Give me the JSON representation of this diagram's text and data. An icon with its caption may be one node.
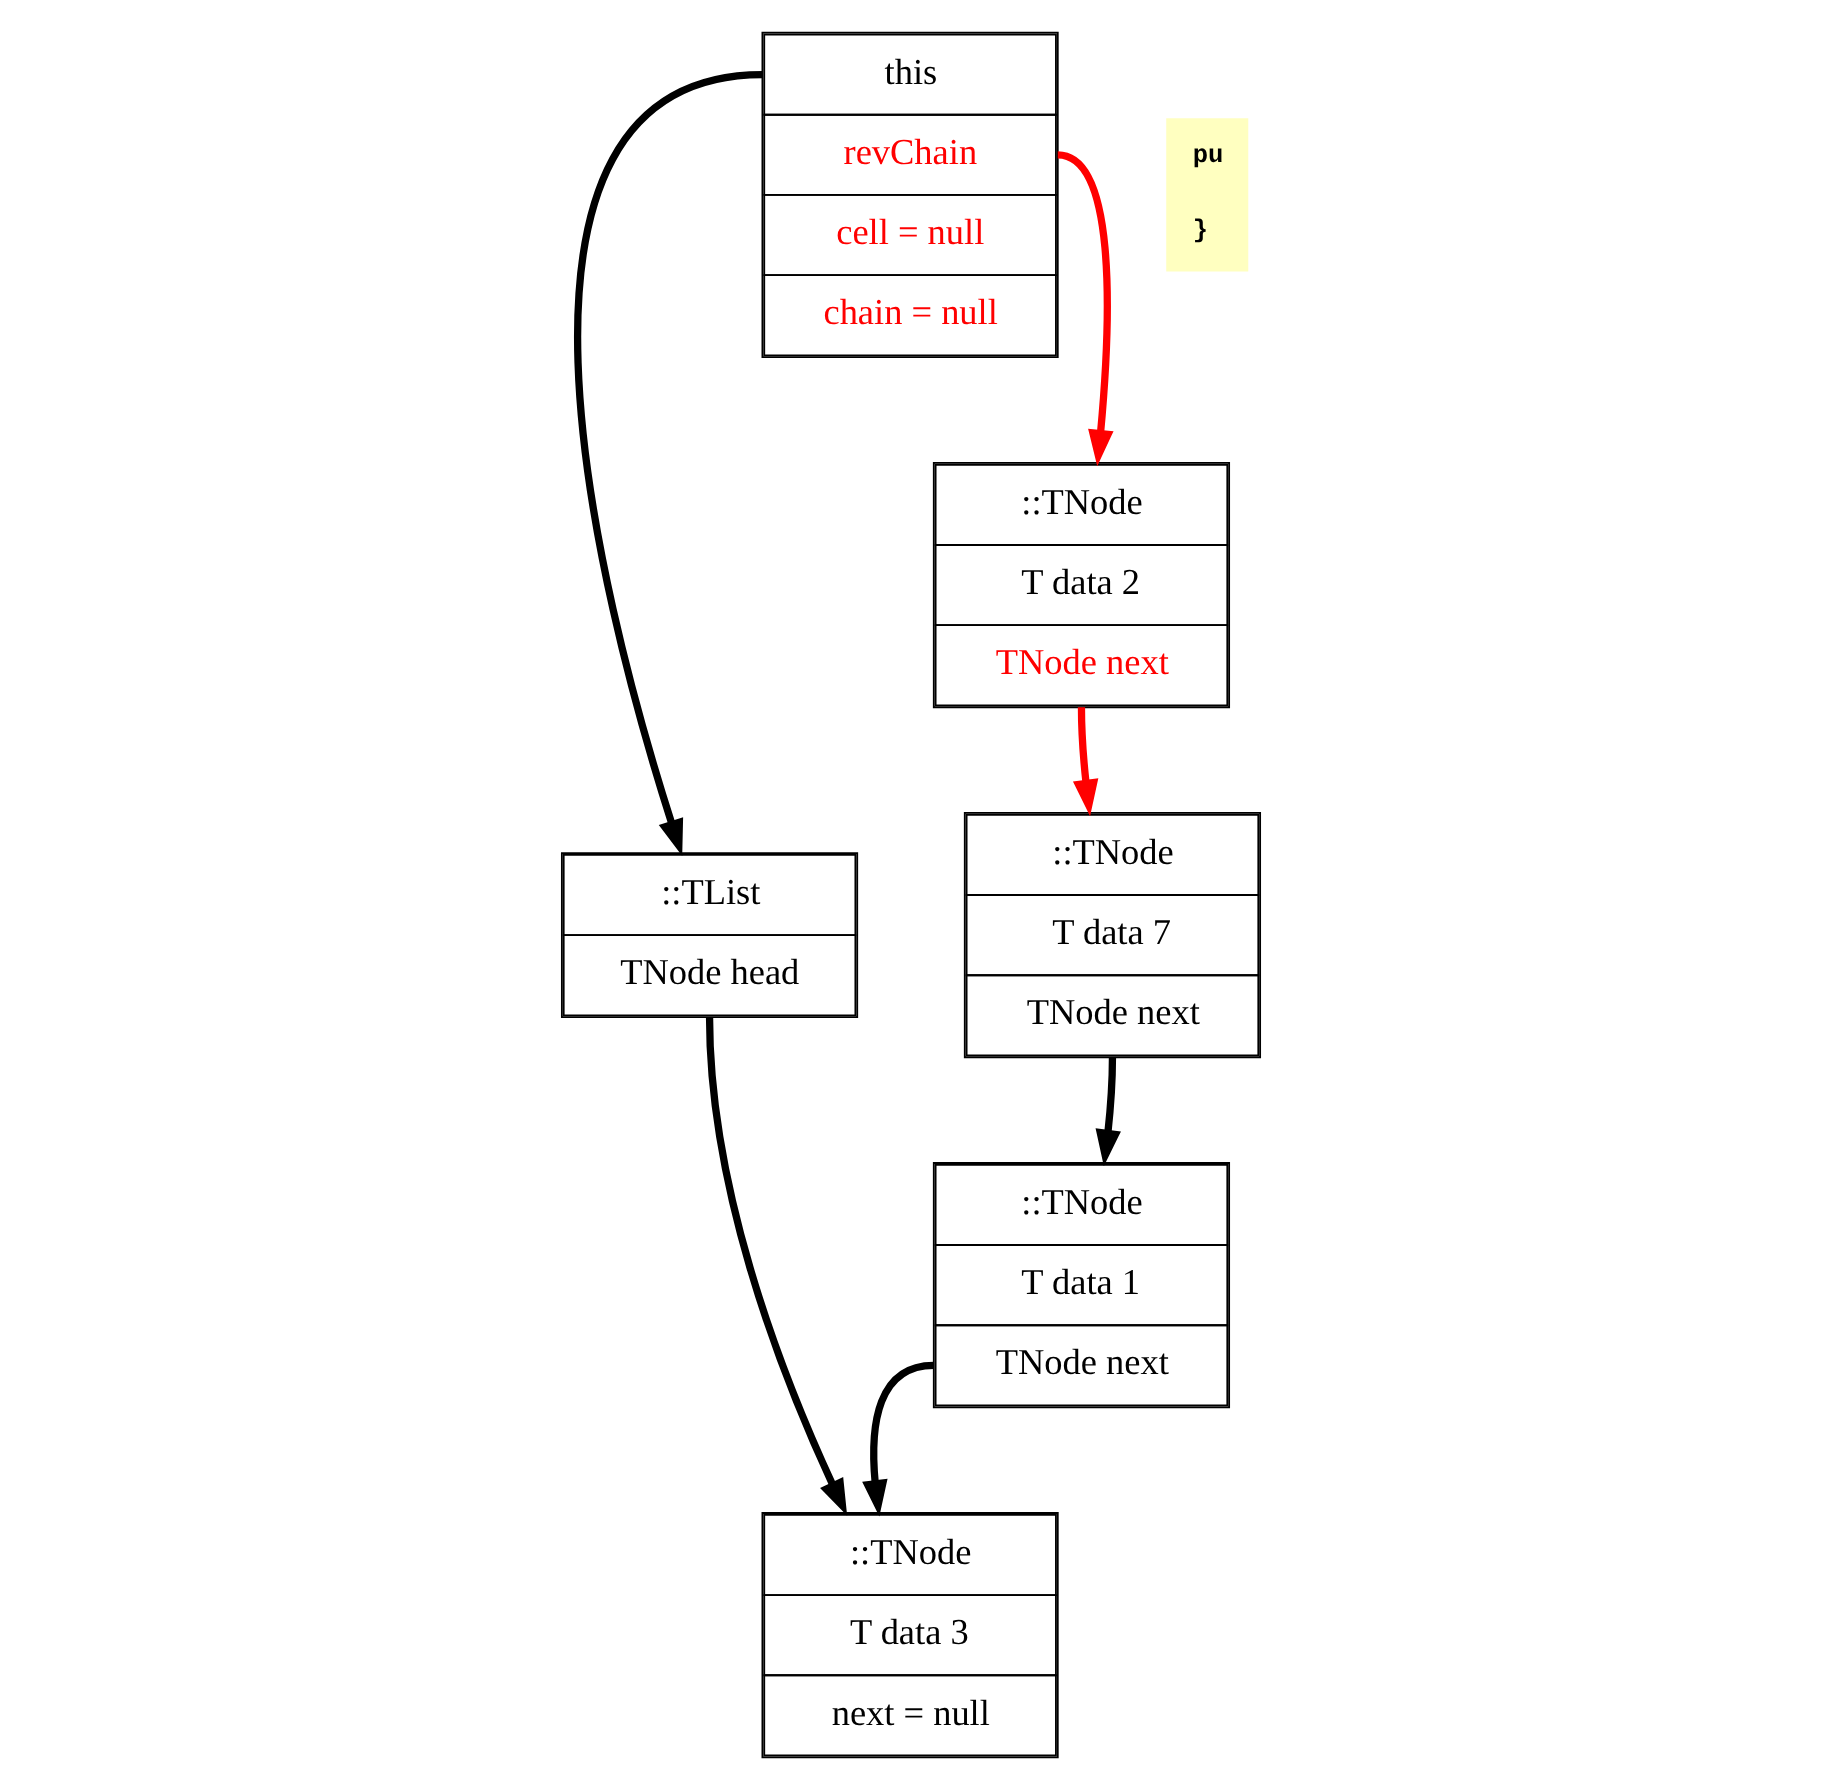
{
  "diagram": {
    "nodes": [
      {
        "text": [
          "::TNode",
          "T data 3",
          "next = null"
        ]
      },
      {
        "text": [
          "::TList",
          "TNode head"
        ]
      },
      {
        "text": [
          "::TNode",
          "T data 1",
          "TNode next"
        ]
      },
      {
        "text": [
          "this",
          "revChain",
          "cell = null",
          "chain = null"
        ]
      },
      {
        "text": [
          "::TNode",
          "T data 7",
          "TNode next"
        ]
      },
      {
        "text": [
          "::TNode",
          "T data 2",
          "TNode next"
        ]
      },
      {
        "text": [
          "pu",
          "}"
        ]
      }
    ],
    "edges": [
      {
        "from": 1,
        "to": 0,
        "arrow": "to"
      },
      {
        "from": 3,
        "to": 1,
        "arrow": "to"
      },
      {
        "from": 2,
        "to": 0,
        "arrow": "to"
      },
      {
        "from": 4,
        "to": 2,
        "arrow": "to"
      },
      {
        "from": 3,
        "to": 5,
        "arrow": "to",
        "color": "#ff0000"
      },
      {
        "from": 5,
        "to": 4,
        "arrow": "to",
        "color": "#ff0000"
      }
    ]
  }
}
